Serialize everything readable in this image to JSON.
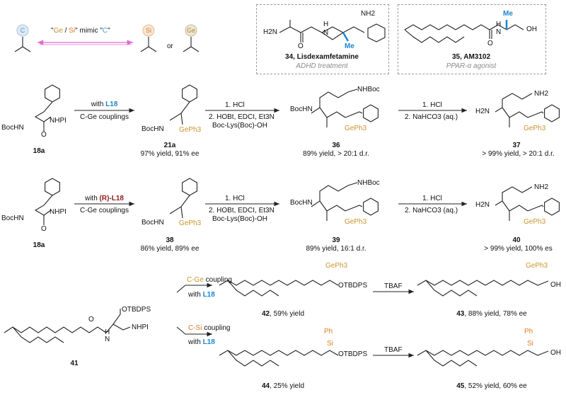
{
  "colors": {
    "bond": "#222222",
    "ge_color": "#c8952a",
    "si_color": "#e07b22",
    "c_color": "#3f9be0",
    "ligand_blue": "#1a86d0",
    "ligand_red": "#8b1b1b",
    "box_border": "#9a9a9a",
    "arrow_pink": "#e06ad4"
  },
  "mimic": {
    "atom_c": "C",
    "atom_si": "Si",
    "atom_ge": "Ge",
    "label_q1": "\"",
    "label_ge": "Ge",
    "label_slash": " / ",
    "label_si": "Si",
    "label_mimic": "\" mimic \"",
    "label_c": "C",
    "label_q2": "\"",
    "or": "or"
  },
  "drug34": {
    "nh2": "NH2",
    "h2n": "H2N",
    "o": "O",
    "nh": "H",
    "n": "N",
    "me": "Me",
    "label_num": "34",
    "label_name": ", Lisdexamfetamine",
    "caption": "ADHD treatment"
  },
  "drug35": {
    "me": "Me",
    "oh": "OH",
    "o": "O",
    "h": "H",
    "n": "N",
    "label_num": "35",
    "label_name": ", AM3102",
    "caption": "PPAR-α agonist"
  },
  "row1": {
    "sm_label": "18a",
    "bochn": "BocHN",
    "nhpi": "NHPI",
    "o": "O",
    "arrow1_top_pre": "with ",
    "arrow1_top_lig": "L18",
    "arrow1_bottom": "C-Ge couplings",
    "p1_bochn": "BocHN",
    "p1_geph3": "GePh3",
    "p1_label": "21a",
    "p1_yield": "97% yield, 91% ee",
    "arrow2_l1": "1. HCl",
    "arrow2_l2": "2. HOBt, EDCI, Et3N",
    "arrow2_l3": "Boc-Lys(Boc)-OH",
    "p2_nhboc": "NHBoc",
    "p2_bochn": "BocHN",
    "p2_geph3": "GePh3",
    "p2_label": "36",
    "p2_yield": "89% yield, > 20:1 d.r.",
    "arrow3_l1": "1. HCl",
    "arrow3_l2": "2. NaHCO3 (aq.)",
    "p3_nh2": "NH2",
    "p3_h2n": "H2N",
    "p3_geph3": "GePh3",
    "p3_label": "37",
    "p3_yield": "> 99% yield, > 20:1 d.r."
  },
  "row2": {
    "sm_label": "18a",
    "bochn": "BocHN",
    "nhpi": "NHPI",
    "o": "O",
    "arrow1_top_pre": "with ",
    "arrow1_top_lig": "(R)-L18",
    "arrow1_bottom": "C-Ge couplings",
    "p1_bochn": "BocHN",
    "p1_geph3": "GePh3",
    "p1_label": "38",
    "p1_yield": "86% yield, 89% ee",
    "arrow2_l1": "1. HCl",
    "arrow2_l2": "2. HOBt, EDCI, Et3N",
    "arrow2_l3": "Boc-Lys(Boc)-OH",
    "p2_nhboc": "NHBoc",
    "p2_bochn": "BocHN",
    "p2_geph3": "GePh3",
    "p2_label": "39",
    "p2_yield": "89% yield, 16:1 d.r.",
    "arrow3_l1": "1. HCl",
    "arrow3_l2": "2. NaHCO3 (aq.)",
    "p3_nh2": "NH2",
    "p3_h2n": "H2N",
    "p3_geph3": "GePh3",
    "p3_label": "40",
    "p3_yield": "> 99% yield, 100% es"
  },
  "row3": {
    "sm_label": "41",
    "otbdps": "OTBDPS",
    "nhpi": "NHPI",
    "h": "H",
    "n": "N",
    "o": "O",
    "upper_top_prefix": "C-Ge",
    "upper_top_suffix": " coupling",
    "upper_bottom_pre": "with ",
    "upper_bottom_lig": "L18",
    "lower_top_prefix": "C-Si",
    "lower_top_suffix": " coupling",
    "lower_bottom_pre": "with ",
    "lower_bottom_lig": "L18",
    "p42_geph3": "GePh3",
    "p42_otbdps": "OTBDPS",
    "p42_label": "42",
    "p42_yield": ", 59% yield",
    "tbaf1": "TBAF",
    "p43_geph3": "GePh3",
    "p43_oh": "OH",
    "p43_label": "43",
    "p43_yield": ", 88% yield, 78% ee",
    "p44_ph": "Ph",
    "p44_si": "Si",
    "p44_otbdps": "OTBDPS",
    "p44_label": "44",
    "p44_yield": ", 25% yield",
    "tbaf2": "TBAF",
    "p45_ph": "Ph",
    "p45_si": "Si",
    "p45_oh": "OH",
    "p45_label": "45",
    "p45_yield": ", 52% yield, 60% ee"
  }
}
